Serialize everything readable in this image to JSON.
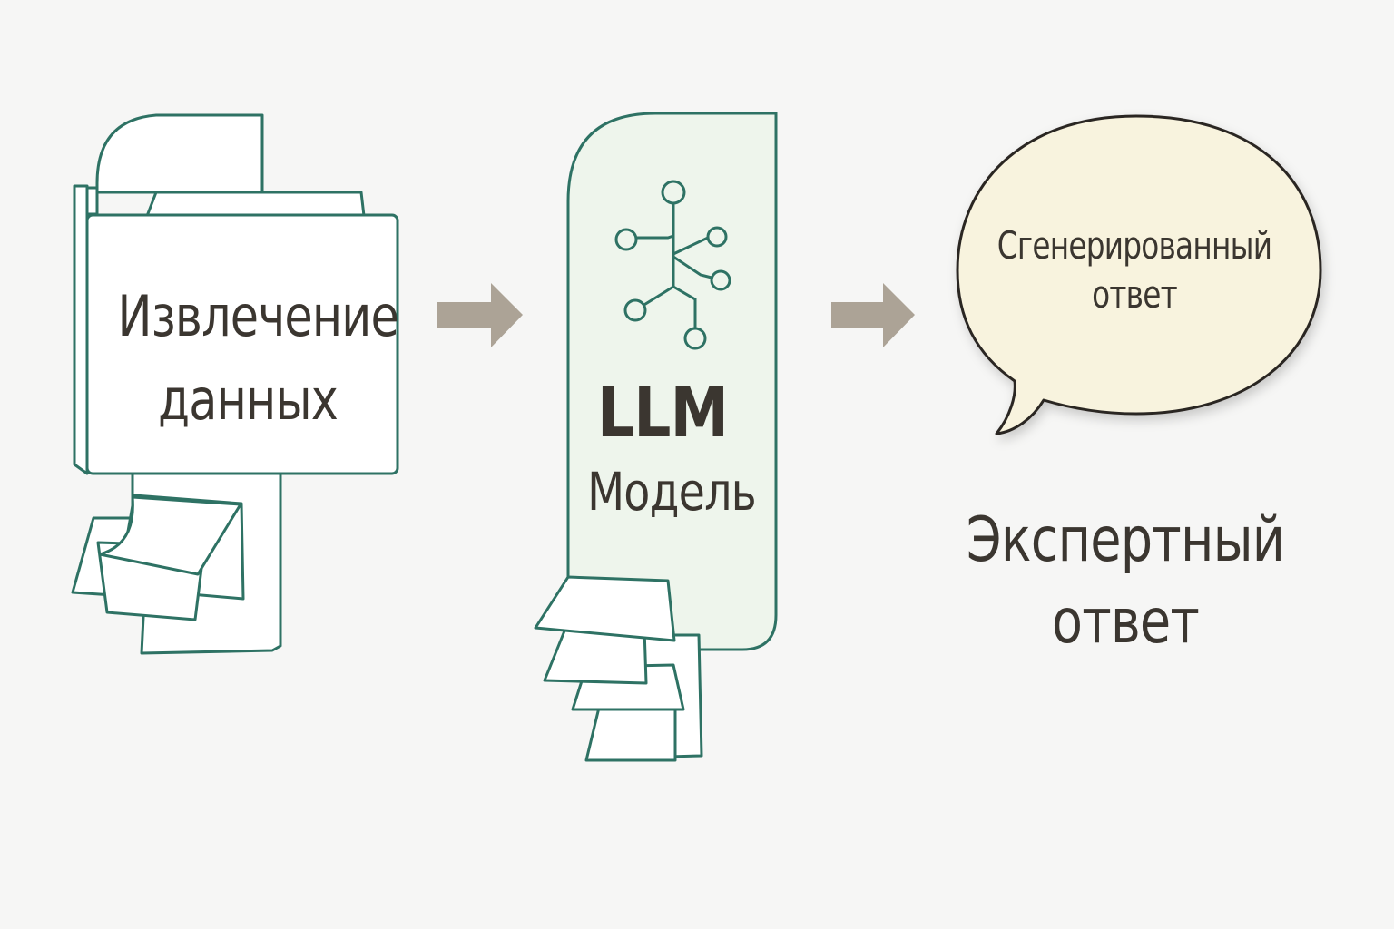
{
  "colors": {
    "background": "#f6f6f5",
    "outline": "#2e7264",
    "text": "#3b3630",
    "arrow": "#aca396",
    "llm_fill": "#eef5ec",
    "bubble_fill": "#f8f3de",
    "bubble_outline": "#2b2622"
  },
  "steps": [
    {
      "id": "extract",
      "icon": "folder-documents-icon",
      "lines": [
        "Извлечение",
        "данных"
      ]
    },
    {
      "id": "llm",
      "icon": "network-nodes-icon",
      "title": "LLM",
      "subtitle": "Модель"
    },
    {
      "id": "answer",
      "icon": "speech-bubble-icon",
      "bubble_lines": [
        "Сгенерированный",
        "ответ"
      ],
      "caption_lines": [
        "Экспертный",
        "ответ"
      ]
    }
  ],
  "arrows": [
    "arrow-right-icon",
    "arrow-right-icon"
  ]
}
